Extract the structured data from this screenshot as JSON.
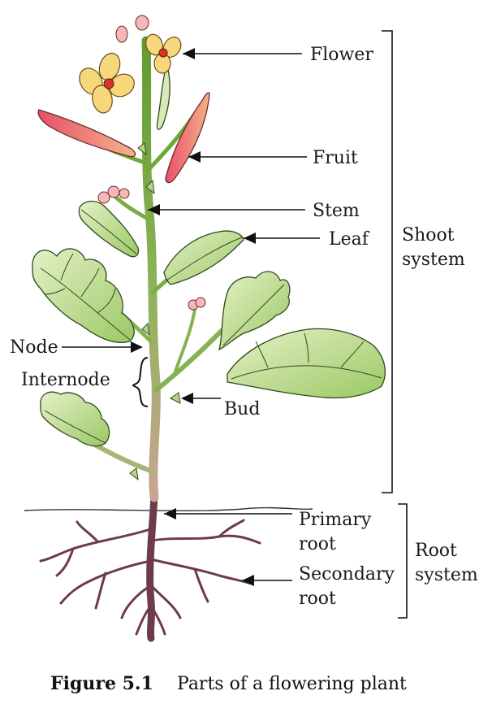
{
  "labels": {
    "flower": "Flower",
    "fruit": "Fruit",
    "stem": "Stem",
    "leaf": "Leaf",
    "shoot_line1": "Shoot",
    "shoot_line2": "system",
    "node": "Node",
    "internode": "Internode",
    "bud": "Bud",
    "primary_line1": "Primary",
    "primary_line2": "root",
    "secondary_line1": "Secondary",
    "secondary_line2": "root",
    "root_line1": "Root",
    "root_line2": "system"
  },
  "caption": {
    "figure": "Figure 5.1",
    "text": "Parts of a flowering plant"
  },
  "colors": {
    "stem_top": "#6fa83a",
    "stem_bottom": "#c4a08c",
    "leaf_fill": "#cfe6a8",
    "leaf_dark": "#8fbf5a",
    "petal": "#f6d77a",
    "flower_center": "#d9342b",
    "fruit": "#e87a6a",
    "root": "#b98a98"
  }
}
